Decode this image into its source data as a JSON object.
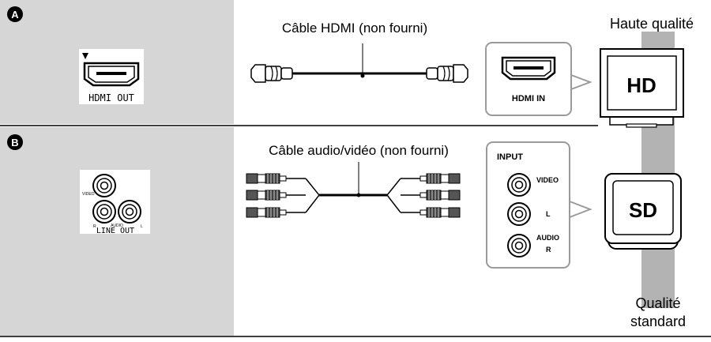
{
  "section_a": {
    "badge": "A",
    "player_port": "HDMI OUT",
    "cable_label": "Câble HDMI (non fourni)",
    "tv_port": "HDMI IN"
  },
  "section_b": {
    "badge": "B",
    "player_video": "VIDEO",
    "player_r": "R",
    "player_audio": "AUDIO",
    "player_l": "L",
    "player_port": "LINE OUT",
    "cable_label": "Câble audio/vidéo (non fourni)",
    "tv_input_title": "INPUT",
    "tv_video": "VIDEO",
    "tv_l": "L",
    "tv_audio": "AUDIO",
    "tv_r": "R"
  },
  "tv_hd": {
    "caption": "Haute qualité",
    "screen_label": "HD"
  },
  "tv_sd": {
    "caption_line1": "Qualité",
    "caption_line2": "standard",
    "screen_label": "SD"
  },
  "colors": {
    "panel_gray": "#d6d6d6",
    "quality_bar": "#b3b3b3",
    "line": "#000000",
    "callout": "#9a9a9a"
  }
}
